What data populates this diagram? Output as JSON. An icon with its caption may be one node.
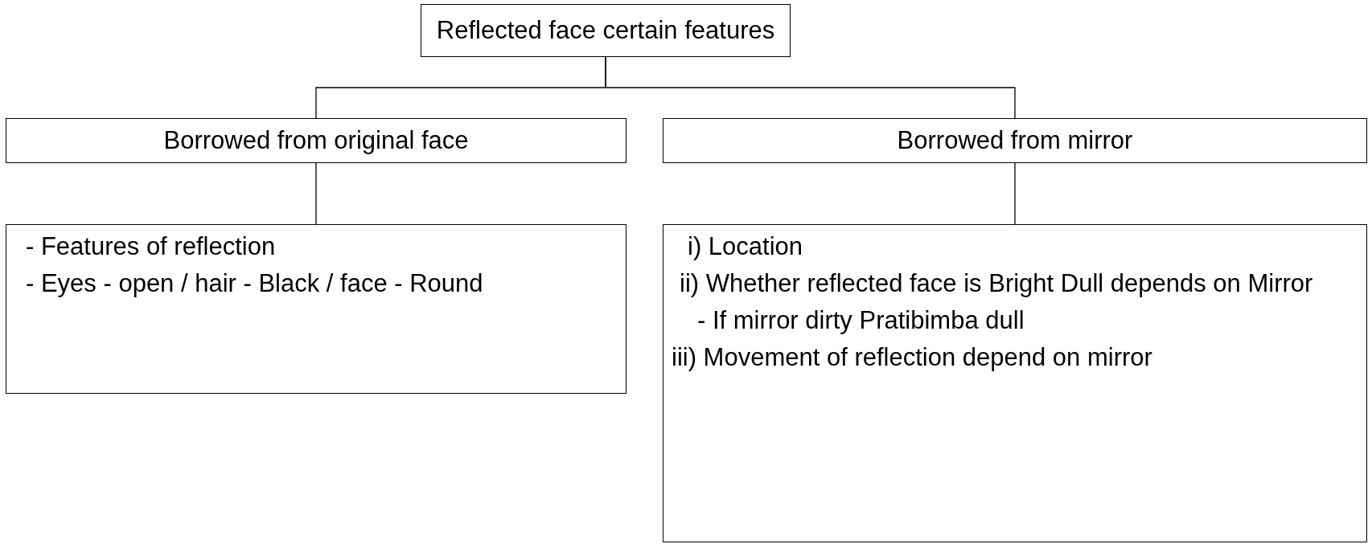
{
  "diagram": {
    "nodes": [
      {
        "text": [
          "Reflected face certain features"
        ]
      },
      {
        "text": [
          "Borrowed from original face"
        ]
      },
      {
        "text": [
          "Borrowed from mirror"
        ]
      },
      {
        "text": [
          "-  Features of reflection",
          "-  Eyes - open / hair - Black / face - Round"
        ]
      },
      {
        "text": [
          "i)  Location",
          "ii)  Whether reflected face is Bright Dull depends on Mirror",
          "-  If mirror dirty Pratibimba dull",
          "iii)  Movement of reflection depend on mirror"
        ]
      }
    ],
    "edges": [
      {
        "from": 0,
        "to": 1,
        "arrow": "none"
      },
      {
        "from": 0,
        "to": 2,
        "arrow": "none"
      },
      {
        "from": 1,
        "to": 3,
        "arrow": "none"
      },
      {
        "from": 2,
        "to": 4,
        "arrow": "none"
      }
    ]
  }
}
